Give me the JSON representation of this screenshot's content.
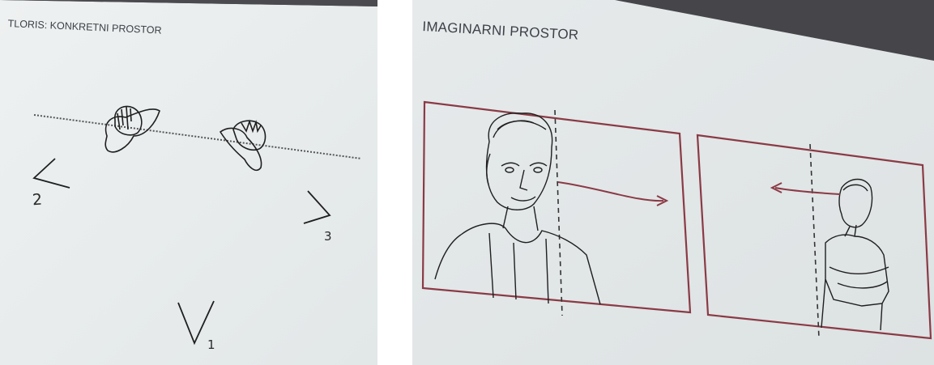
{
  "photos": [
    {
      "title": "TLORIS: KONKRETNI PROSTOR",
      "camera_labels": [
        "2",
        "3",
        "1"
      ]
    },
    {
      "title": "IMAGINARNI PROSTOR"
    }
  ],
  "colors": {
    "slide": "#e8eced",
    "room": "#4a4a4f",
    "frame": "#8a3a45",
    "ink": "#222222"
  }
}
